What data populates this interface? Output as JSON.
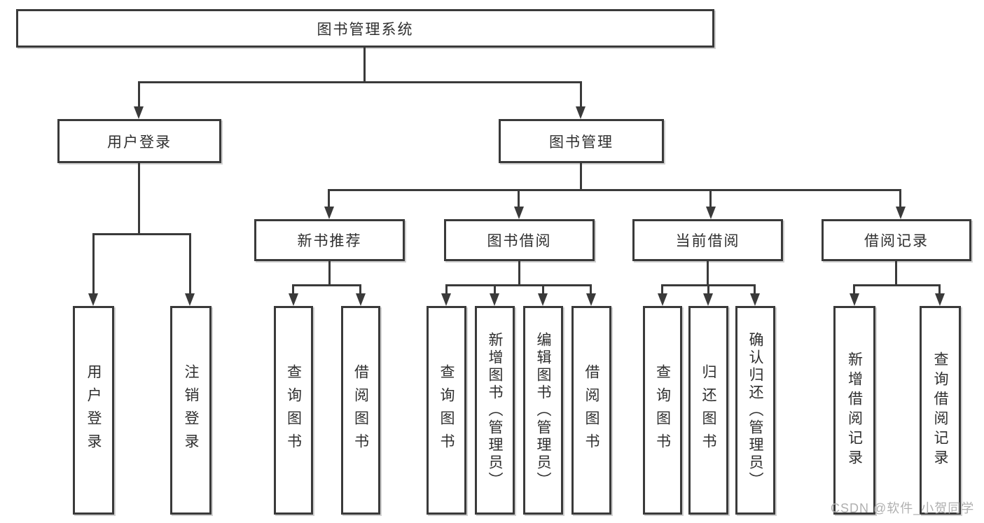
{
  "title": "图书管理系统",
  "tree": {
    "root": "图书管理系统",
    "level2": {
      "user_login": "用户登录",
      "book_mgmt": "图书管理"
    },
    "level3": {
      "recommend": "新书推荐",
      "borrow": "图书借阅",
      "current": "当前借阅",
      "records": "借阅记录"
    },
    "leaves": {
      "login": [
        "用户登录",
        "注销登录"
      ],
      "recommend": [
        "查询图书",
        "借阅图书"
      ],
      "borrow": [
        "查询图书",
        "新增图书（管理员）",
        "编辑图书（管理员）",
        "借阅图书"
      ],
      "current": [
        "查询图书",
        "归还图书",
        "确认归还（管理员）"
      ],
      "records": [
        "新增借阅记录",
        "查询借阅记录"
      ]
    }
  },
  "watermark": "CSDN @软件_小贺同学",
  "colors": {
    "line": "#3a3a3a",
    "text": "#2f2f2f",
    "watermark": "#b0b0b0",
    "background": "#ffffff"
  }
}
